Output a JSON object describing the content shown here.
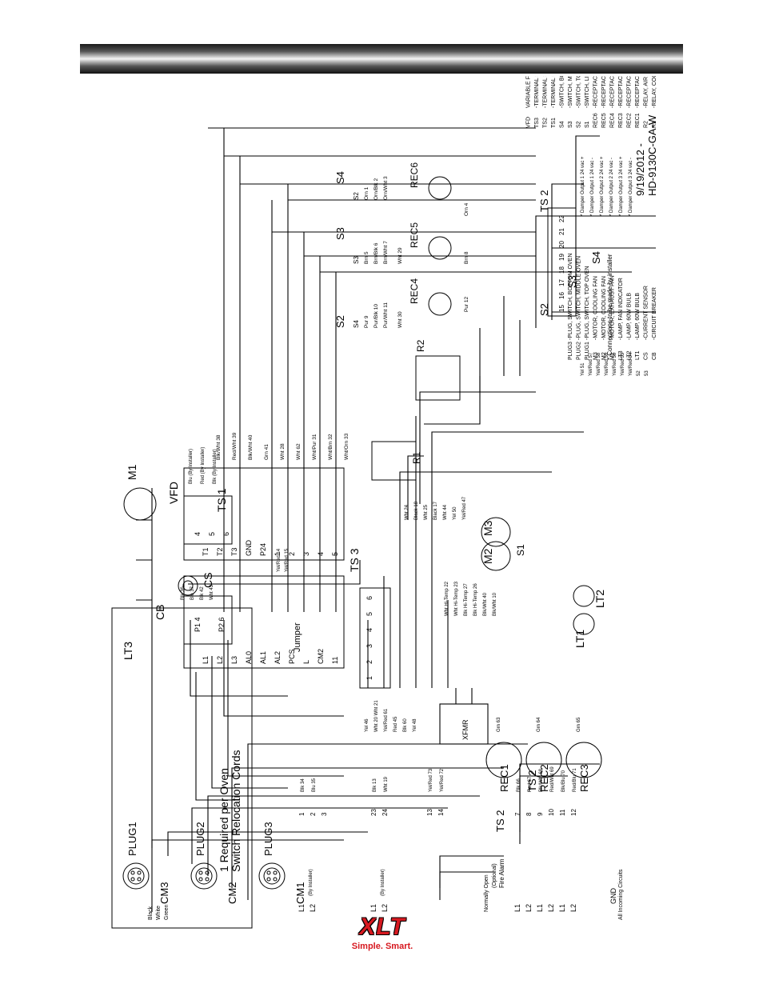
{
  "legend": {
    "codes": [
      "CB",
      "CS",
      "LT1",
      "LT2",
      "LT3",
      "M1",
      "M2",
      "M3",
      "PLUG1",
      "PLUG2",
      "PLUG3",
      "R1",
      "R2",
      "REC1",
      "REC2",
      "REC3",
      "REC4",
      "REC5",
      "REC6",
      "S1",
      "S2",
      "S3",
      "S4",
      "TS1",
      "TS2",
      "TS3",
      "VFD"
    ],
    "descriptions": [
      "-CIRCUIT BREAKER",
      "-CURRENT SENSOR",
      "-LAMP, 60W BULB",
      "-LAMP, 60W BULB",
      "-LAMP, FAN INDICATOR",
      "-MOTOR, EXHAUST FAN",
      "-MOTOR, COOLING FAN",
      "-MOTOR, COOLING FAN",
      "-PLUG, SWITCH, TOP OVEN",
      "-PLUG, SWITCH, MIDDLE OVEN",
      "-PLUG, SWITCH, BOTTOM OVEN",
      "-RELAY, COOLING FANS",
      "-RELAY, AIR PROVING CIRCUIT",
      "-RECEPTACLE, POWER, TOP OVEN",
      "-RECEPTACLE, POWER, MID OVEN",
      "-RECEPTACLE, POWER, BOT OVEN",
      "-RECEPTACLE, SWITCH, TOP OVEN",
      "-RECEPTACLE, SWITCH, MID OVEN",
      "-RECEPTACLE, SWITCH, BOT OVEN",
      "-SWITCH, LIGHTS",
      "-SWITCH, TOP OVEN",
      "-SWITCH, MIDDLE OVEN",
      "-SWITCH, BOTTOM OVEN",
      "-TERMINAL STRIP",
      "-TERMINAL STRIP",
      "-TERMINAL STRIP",
      "VARIABLE FREQUENCY DRIVE"
    ]
  },
  "drawing_number": "HD-9130C-GA-W",
  "drawing_date": "9/19/2012 -",
  "installer_note": "* Connections to be made by installer",
  "relocation_cords": {
    "title": "Switch Relocation Cords",
    "subtitle": "1 Required per Oven",
    "plugs": [
      "PLUG1",
      "PLUG2",
      "PLUG3"
    ],
    "cords": [
      "CM3",
      "CM2",
      "CM1"
    ],
    "wire_colors": [
      "Black",
      "White",
      "Green"
    ]
  },
  "components": {
    "vfd": "VFD",
    "cb": "CB",
    "cs": "CS",
    "ts1": "TS 1",
    "ts2": "TS 2",
    "ts3": "TS 3",
    "m1": "M1",
    "m2": "M2",
    "m3": "M3",
    "r1": "R1",
    "r2": "R2",
    "lt1": "LT1",
    "lt2": "LT2",
    "lt3": "LT3",
    "s1": "S1",
    "s2": "S2",
    "s3": "S3",
    "s4": "S4",
    "rec1": "REC1",
    "rec2": "REC2",
    "rec3": "REC3",
    "rec4": "REC4",
    "rec5": "REC5",
    "rec6": "REC6",
    "xfmr": "XFMR",
    "jumper": "Jumper"
  },
  "vfd_input_terminals": [
    "L1",
    "L2",
    "L3",
    "AL0",
    "AL1",
    "AL2",
    "PCS",
    "L",
    "CM2",
    "11"
  ],
  "vfd_output_terminals": [
    "T1",
    "T2",
    "T3",
    "GND",
    "P24",
    "1",
    "2",
    "3",
    "4",
    "5"
  ],
  "vfd_output_wires": [
    "Blk/Wht 38",
    "Red/Wht 39",
    "Blk/Wht 40",
    "Grn 41",
    "Wht 28",
    "Wht 62",
    "Wht/Pur 31",
    "Wht/Brn 32",
    "Wht/Orn 33"
  ],
  "ts1_top_terminals": [
    "4",
    "5",
    "6"
  ],
  "m1_wires": [
    "Blu (By Installer)",
    "Red (By Installer)",
    "Blk (By Installer)"
  ],
  "cb_terminals": [
    "P1 4",
    "P2 6"
  ],
  "cb_wires": [
    "Blk 36",
    "Blu 37",
    "Blk 42",
    "Wht 43"
  ],
  "cs_wires": [
    "Yel/Red 14",
    "Yel/Red 15"
  ],
  "ts3_terminals": [
    "1",
    "2",
    "3",
    "4",
    "5",
    "6"
  ],
  "ts3_wires": [
    "Yel 46",
    "Wht 20 Wht 21",
    "Yel/Red 61",
    "Red 45",
    "Blk 60",
    "Yel 48"
  ],
  "lamp_wires": [
    "Wht Hi-Temp 22",
    "Wht Hi-Temp 23",
    "Blk Hi-Temp 27",
    "Blk Hi-Temp 26",
    "Blk/Wht 40",
    "Blk/Wht 10"
  ],
  "fan_wires": [
    "Wht 24",
    "Black 18",
    "Wht 25",
    "Black 17",
    "Wht 44",
    "Yel 50",
    "Yel/Red 47"
  ],
  "switch_wires": [
    {
      "s": "S4",
      "w": [
        "Pur 9",
        "Pur/Blk 10",
        "Pur/Wht 11"
      ],
      "bus": "Wht 30"
    },
    {
      "s": "S3",
      "w": [
        "Brn 5",
        "Brn/Blk 6",
        "Brn/Wht 7"
      ],
      "bus": "Wht 29"
    },
    {
      "s": "S2",
      "w": [
        "Orn 1",
        "Orn/Blk 2",
        "Orn/Wht 3"
      ],
      "bus": ""
    }
  ],
  "rec_wires": [
    "Pur 12",
    "Brn 8",
    "Orn 4"
  ],
  "ts2_right_terminals": [
    "15",
    "16",
    "17",
    "18",
    "19",
    "20",
    "21",
    "22"
  ],
  "damper_labels": [
    "* Damper Output 1 24 vac +",
    "* Damper Output 1 24 vac -",
    "* Damper Output 2 24 vac +",
    "* Damper Output 2 24 vac -",
    "* Damper Output 3 24 vac +",
    "* Damper Output 3 24 vac -"
  ],
  "damper_wires": [
    "Yel 51",
    "Yel/Red 57",
    "Yel/Red 58",
    "Yel/Red 59",
    "Yel/Red 56",
    "Yel/Red 55",
    "Yel/Red 54",
    "52",
    "53"
  ],
  "ts1_input": {
    "lines": [
      "L1",
      "L2"
    ],
    "installer": "(By Installer)",
    "terminals": [
      "1",
      "2",
      "3"
    ],
    "wires": [
      "Blk 34",
      "Blu 35"
    ]
  },
  "ts2_input": {
    "lines": [
      "L1",
      "L2"
    ],
    "installer": "(By Installer)",
    "terminals": [
      "23",
      "24"
    ],
    "wires": [
      "Blk 13",
      "Wht 19"
    ]
  },
  "fire_alarm": {
    "title": "Fire Alarm",
    "optional": "(Optional)",
    "normally_open": "Normally Open",
    "ts": "TS 2",
    "terminals": [
      "13",
      "14"
    ],
    "wires": [
      "Yel/Red 73",
      "Yel/Red 72"
    ]
  },
  "ts1_lower": {
    "lines": [
      "L1",
      "L2",
      "L1",
      "L2",
      "L1",
      "L2"
    ],
    "terminals": [
      "7",
      "8",
      "9",
      "10",
      "11",
      "12"
    ],
    "wires": [
      "Blk 66",
      "Red 67",
      "Blk/Wht 68",
      "Red/Wht 69",
      "Blk/Blu 70",
      "Red/Blu 71"
    ]
  },
  "rec_ground_wires": [
    "Grn 63",
    "Grn 64",
    "Grn 65"
  ],
  "gnd": {
    "label": "GND",
    "note": "All Incoming Circuits"
  },
  "logo": {
    "mark": "XLT",
    "tagline": "Simple. Smart."
  }
}
